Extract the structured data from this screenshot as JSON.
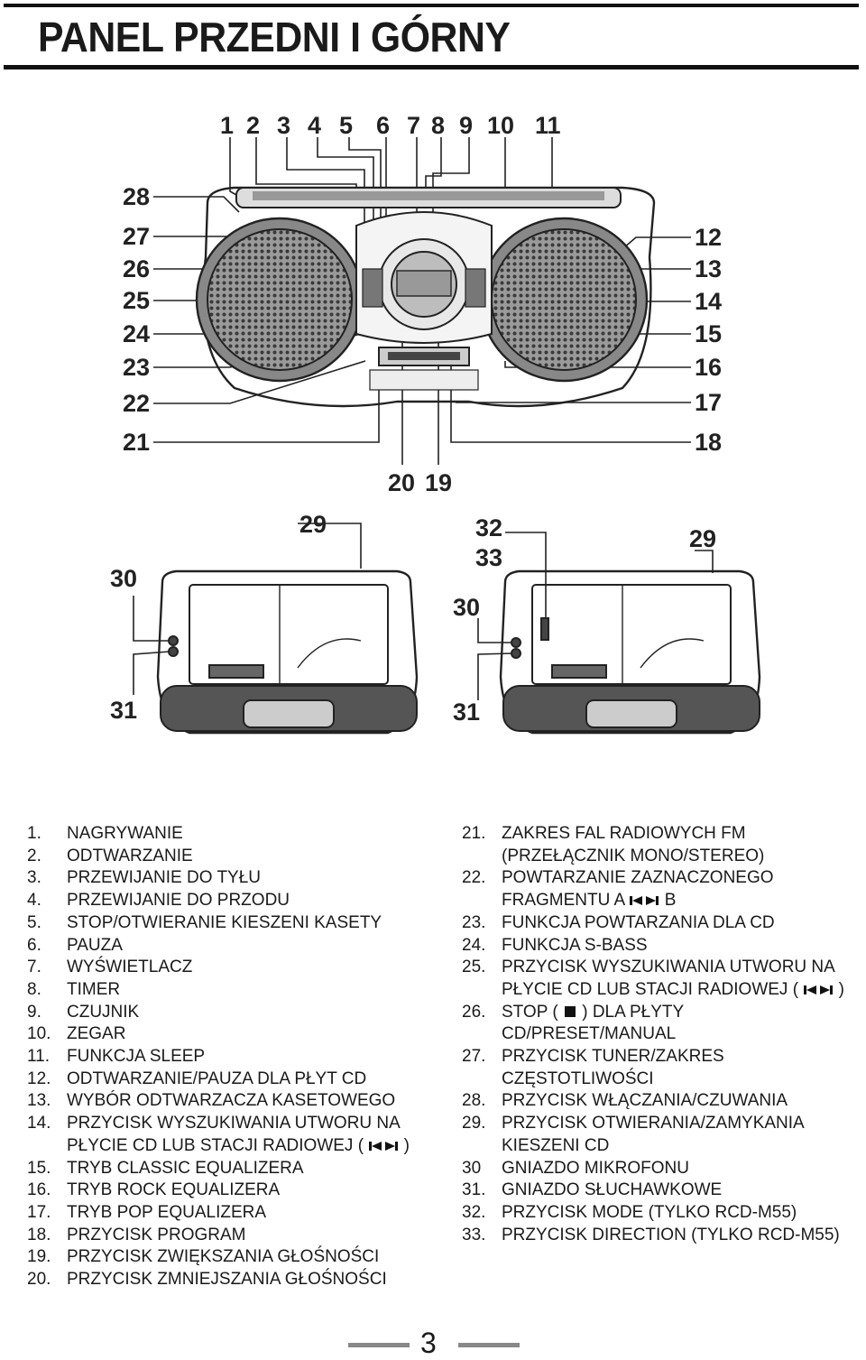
{
  "title": "PANEL PRZEDNI I GÓRNY",
  "page_number": "3",
  "front_labels": {
    "top": [
      "1",
      "2",
      "3",
      "4",
      "5",
      "6",
      "7",
      "8",
      "9",
      "10",
      "11"
    ],
    "right": [
      "12",
      "13",
      "14",
      "15",
      "16",
      "17",
      "18"
    ],
    "left": [
      "28",
      "27",
      "26",
      "25",
      "24",
      "23",
      "22",
      "21"
    ],
    "bottom": [
      "20",
      "19"
    ]
  },
  "top_view_labels": {
    "left_unit": [
      "29",
      "30",
      "31"
    ],
    "right_unit": [
      "32",
      "33",
      "29",
      "30",
      "31"
    ]
  },
  "left_list": [
    {
      "n": "1.",
      "t": "NAGRYWANIE"
    },
    {
      "n": "2.",
      "t": "ODTWARZANIE"
    },
    {
      "n": "3.",
      "t": "PRZEWIJANIE DO TYŁU"
    },
    {
      "n": "4.",
      "t": "PRZEWIJANIE DO PRZODU"
    },
    {
      "n": "5.",
      "t": "STOP/OTWIERANIE KIESZENI KASETY"
    },
    {
      "n": "6.",
      "t": "PAUZA"
    },
    {
      "n": "7.",
      "t": "WYŚWIETLACZ"
    },
    {
      "n": "8.",
      "t": "TIMER"
    },
    {
      "n": "9.",
      "t": "CZUJNIK"
    },
    {
      "n": "10.",
      "t": "ZEGAR"
    },
    {
      "n": "11.",
      "t": "FUNKCJA SLEEP"
    },
    {
      "n": "12.",
      "t": "ODTWARZANIE/PAUZA DLA PŁYT CD"
    },
    {
      "n": "13.",
      "t": "WYBÓR ODTWARZACZA KASETOWEGO"
    },
    {
      "n": "14.",
      "t": "PRZYCISK WYSZUKIWANIA UTWORU NA",
      "t2": "PŁYCIE CD LUB STACJI RADIOWEJ (",
      "t2end": ")"
    },
    {
      "n": "15.",
      "t": "TRYB CLASSIC EQUALIZERA"
    },
    {
      "n": "16.",
      "t": "TRYB ROCK EQUALIZERA"
    },
    {
      "n": "17.",
      "t": "TRYB POP EQUALIZERA"
    },
    {
      "n": "18.",
      "t": "PRZYCISK PROGRAM"
    },
    {
      "n": "19.",
      "t": "PRZYCISK ZWIĘKSZANIA GŁOŚNOŚCI"
    },
    {
      "n": "20.",
      "t": "PRZYCISK ZMNIEJSZANIA GŁOŚNOŚCI"
    }
  ],
  "right_list": [
    {
      "n": "21.",
      "t": "ZAKRES FAL RADIOWYCH FM",
      "t2": "(PRZEŁĄCZNIK MONO/STEREO)"
    },
    {
      "n": "22.",
      "t": "POWTARZANIE ZAZNACZONEGO",
      "t2": "FRAGMENTU A",
      "t2end": "B"
    },
    {
      "n": "23.",
      "t": "FUNKCJA POWTARZANIA DLA CD"
    },
    {
      "n": "24.",
      "t": "FUNKCJA S-BASS"
    },
    {
      "n": "25.",
      "t": "PRZYCISK WYSZUKIWANIA UTWORU NA",
      "t2": "PŁYCIE CD LUB STACJI RADIOWEJ (",
      "t2end": ")"
    },
    {
      "n": "26.",
      "t": "STOP (",
      "tmid": ") DLA PŁYTY",
      "t2": "CD/PRESET/MANUAL"
    },
    {
      "n": "27.",
      "t": "PRZYCISK TUNER/ZAKRES",
      "t2": "CZĘSTOTLIWOŚCI"
    },
    {
      "n": "28.",
      "t": "PRZYCISK WŁĄCZANIA/CZUWANIA"
    },
    {
      "n": "29.",
      "t": "PRZYCISK OTWIERANIA/ZAMYKANIA",
      "t2": "KIESZENI CD"
    },
    {
      "n": "30",
      "t": "GNIAZDO MIKROFONU"
    },
    {
      "n": "31.",
      "t": "GNIAZDO SŁUCHAWKOWE"
    },
    {
      "n": "32.",
      "t": "PRZYCISK MODE (TYLKO RCD-M55)"
    },
    {
      "n": "33.",
      "t": "PRZYCISK DIRECTION (TYLKO RCD-M55)"
    }
  ]
}
